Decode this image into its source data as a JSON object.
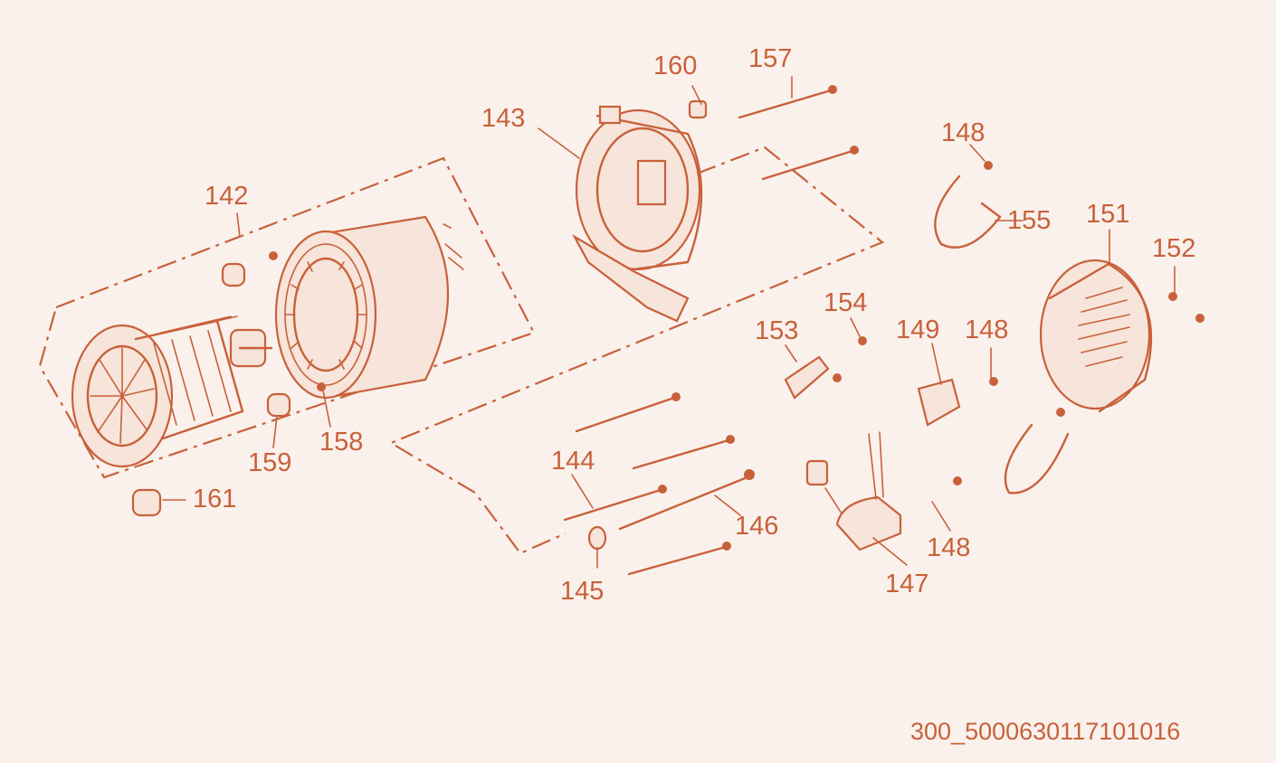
{
  "part_labels": {
    "p142": "142",
    "p143": "143",
    "p144": "144",
    "p145": "145",
    "p146": "146",
    "p147": "147",
    "p148a": "148",
    "p148b": "148",
    "p148c": "148",
    "p149": "149",
    "p151": "151",
    "p152": "152",
    "p153": "153",
    "p154": "154",
    "p155": "155",
    "p157": "157",
    "p158": "158",
    "p159": "159",
    "p160": "160",
    "p161": "161"
  },
  "drawing_code": "300_5000630117101016",
  "colors": {
    "ink": "#C8613A",
    "paper": "#FAF1EC"
  }
}
